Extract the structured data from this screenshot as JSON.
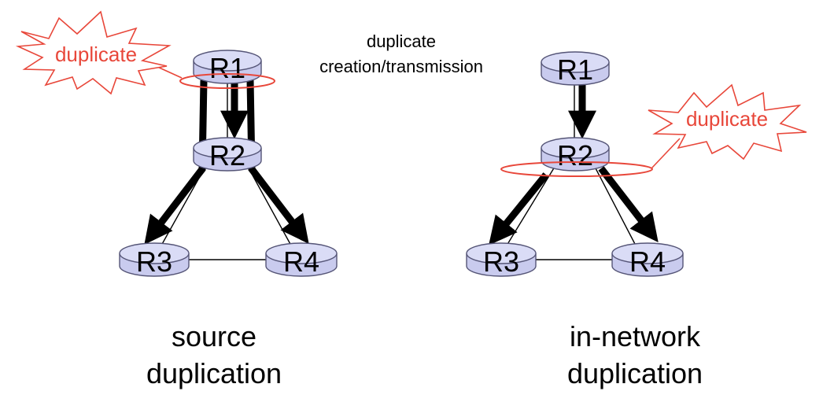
{
  "colors": {
    "router_fill": "#c9cbee",
    "router_top": "#dadcf6",
    "router_stroke": "#555577",
    "highlight": "#e8473a",
    "arrow": "#000000",
    "link": "#000000"
  },
  "header": {
    "line1": "duplicate",
    "line2": "creation/transmission"
  },
  "left": {
    "burst_label": "duplicate",
    "routers": [
      "R1",
      "R2",
      "R3",
      "R4"
    ],
    "caption_line1": "source",
    "caption_line2": "duplication"
  },
  "right": {
    "burst_label": "duplicate",
    "routers": [
      "R1",
      "R2",
      "R3",
      "R4"
    ],
    "caption_line1": "in-network",
    "caption_line2": "duplication"
  }
}
